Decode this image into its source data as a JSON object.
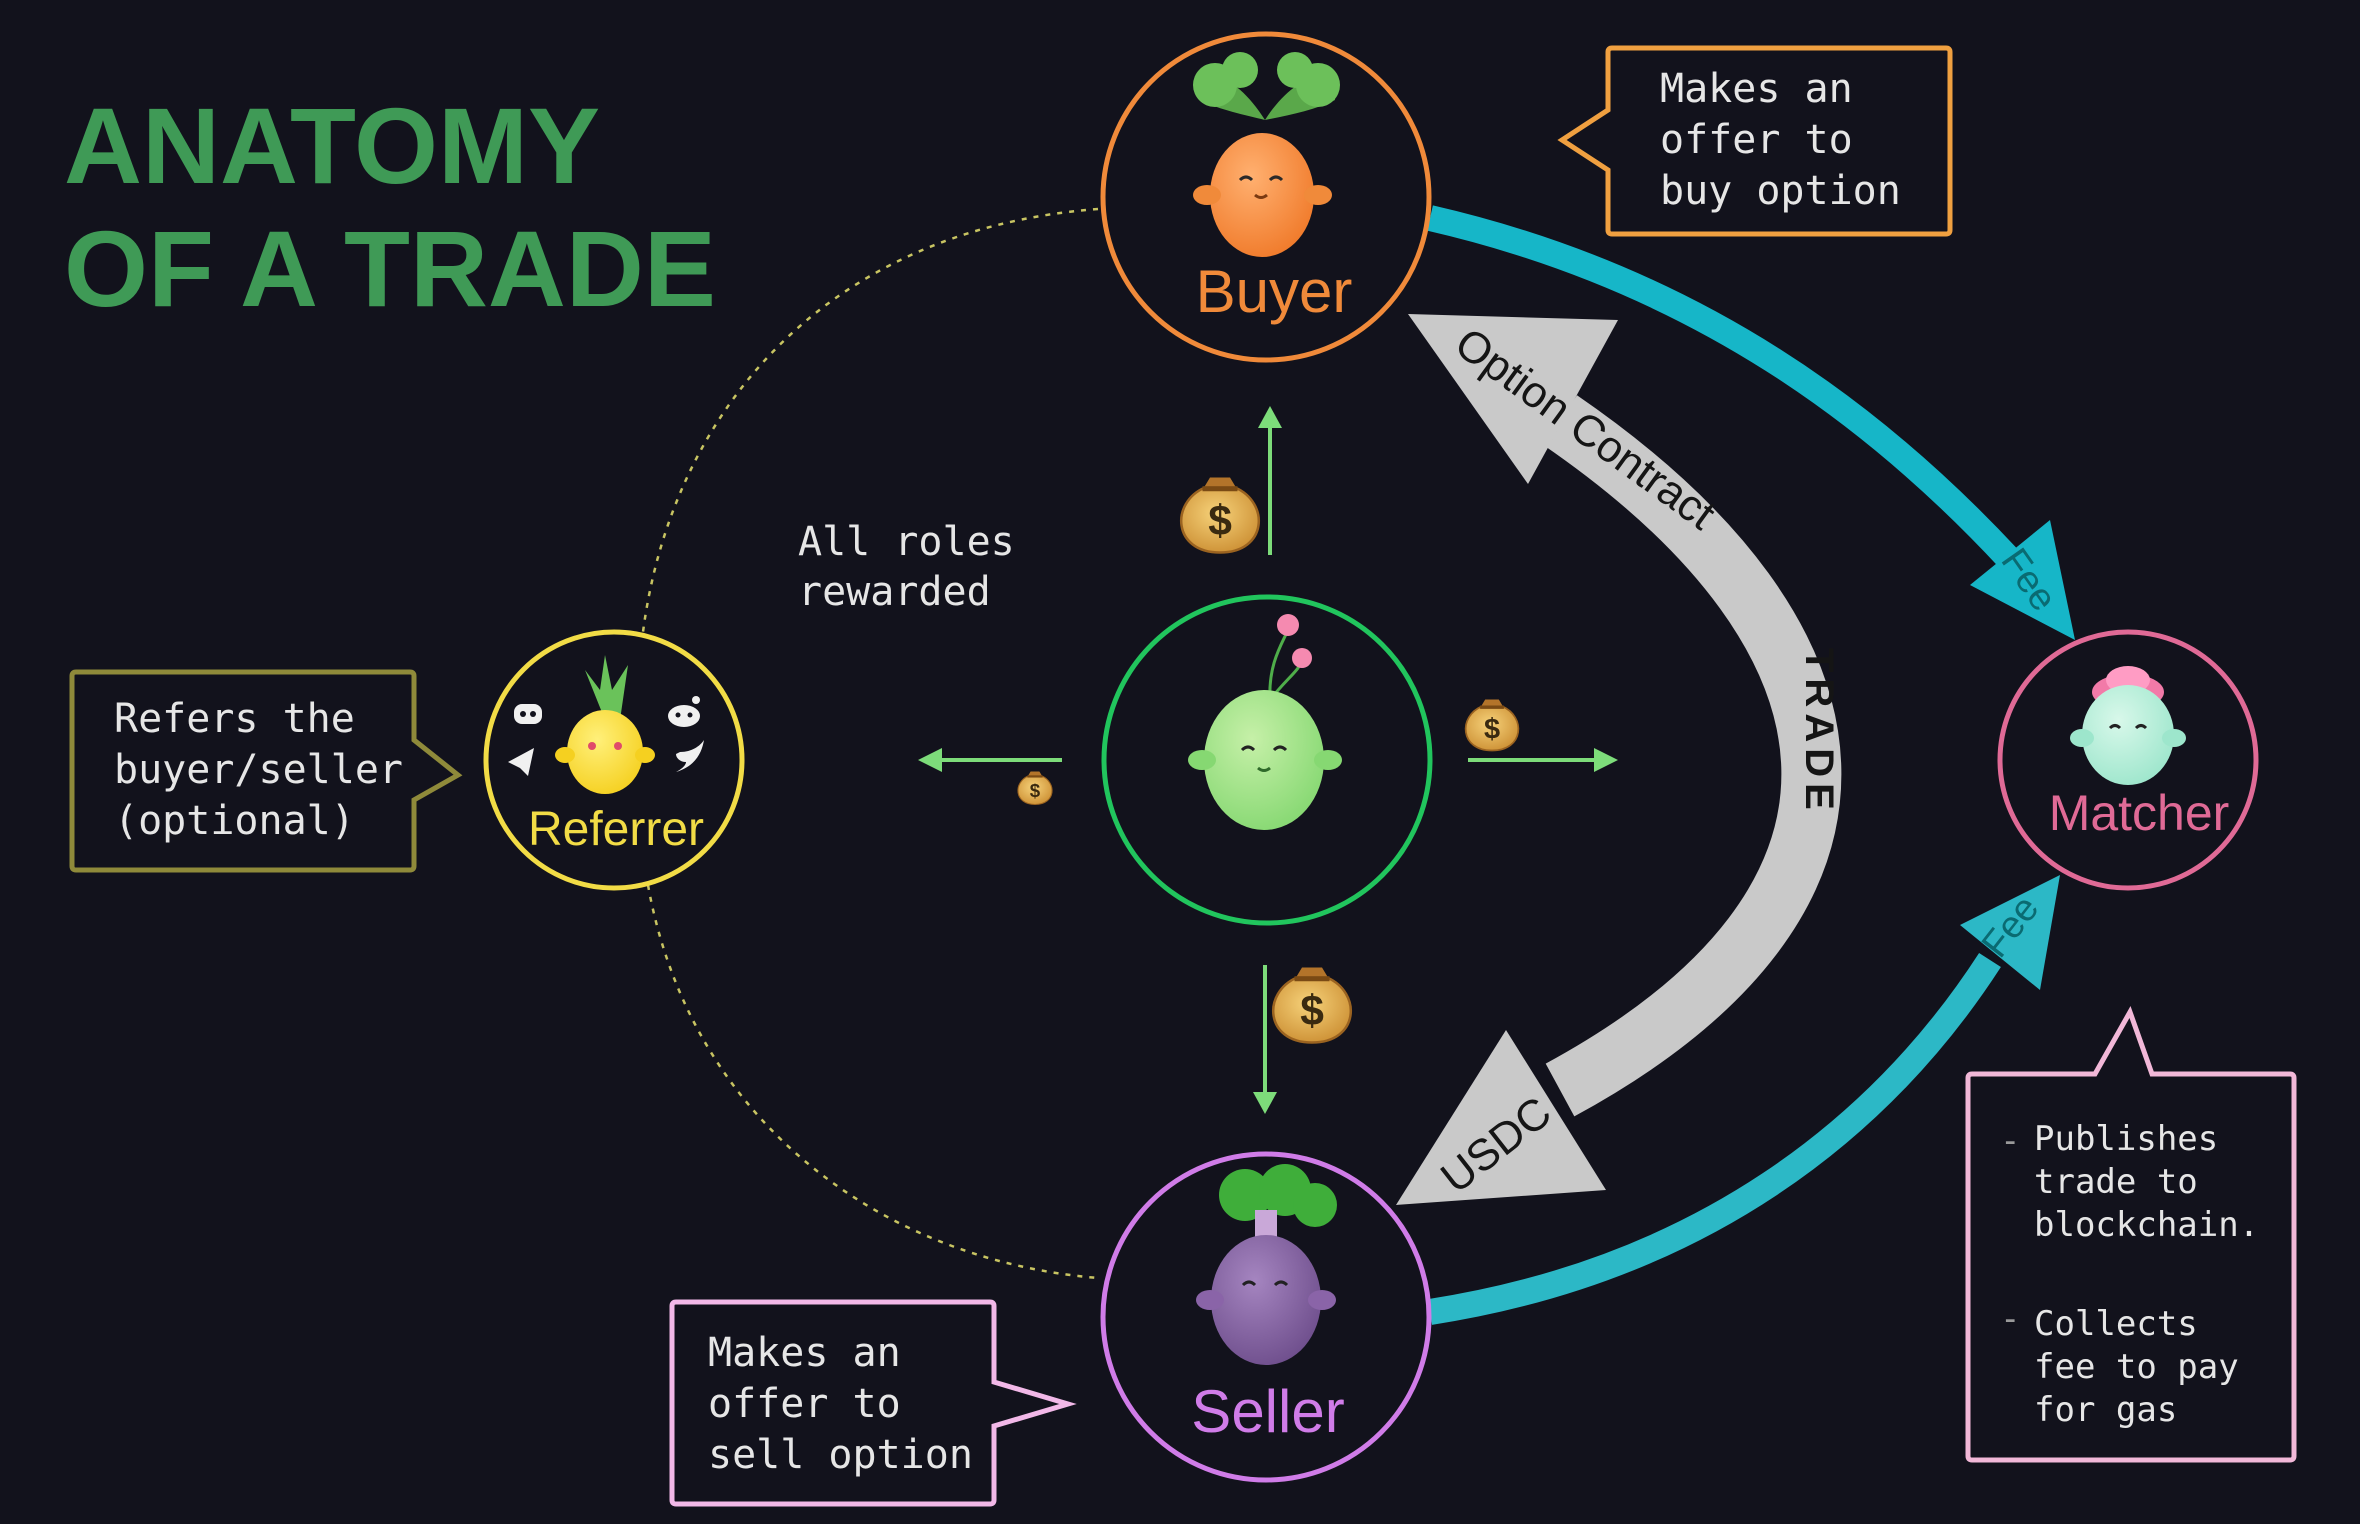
{
  "title": {
    "line1": "ANATOMY",
    "line2": "OF A TRADE"
  },
  "roles": {
    "buyer": {
      "label": "Buyer",
      "color": "#f08a3a"
    },
    "seller": {
      "label": "Seller",
      "color": "#d07ce8"
    },
    "referrer": {
      "label": "Referrer",
      "color": "#f2dc46"
    },
    "matcher": {
      "label": "Matcher",
      "color": "#e06a96"
    },
    "center": {
      "color": "#21c55d"
    }
  },
  "callouts": {
    "buyer": [
      "Makes an",
      "offer to",
      "buy option"
    ],
    "seller": [
      "Makes an",
      "offer to",
      "sell option"
    ],
    "referrer": [
      "Refers the",
      "buyer/seller",
      "(optional)"
    ],
    "matcher": {
      "item1": [
        "Publishes",
        "trade to",
        "blockchain."
      ],
      "item2": [
        "Collects",
        "fee to pay",
        "for gas"
      ]
    }
  },
  "rewards_text": [
    "All roles",
    "rewarded"
  ],
  "arrows": {
    "option_contract": "Option Contract",
    "usdc": "USDC",
    "trade": "TRADE",
    "fee_top": "Fee",
    "fee_bottom": "Fee"
  },
  "icons": {
    "money_bag": "money-bag-icon",
    "referrer_socials": [
      "discord-icon",
      "reddit-icon",
      "telegram-icon",
      "twitter-icon"
    ]
  },
  "colors": {
    "background": "#12121c",
    "title": "#3f9a56",
    "fee_arrow": "#16b6c8",
    "trade_arrow": "#c9c9c9",
    "reward_arrow": "#7ddc7a",
    "referrer_box": "#8f8a3a",
    "buyer_box": "#f0a040",
    "seller_box": "#f2b8e8",
    "matcher_box": "#f2b8d8"
  }
}
